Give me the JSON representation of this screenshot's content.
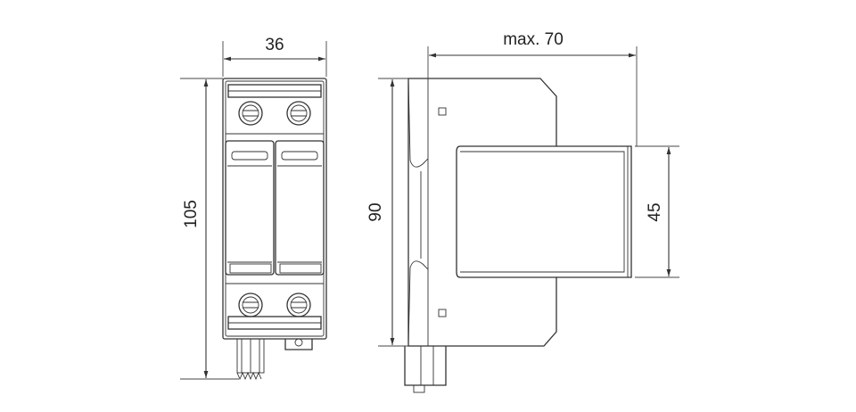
{
  "dimensions": {
    "front_width": "36",
    "front_height": "105",
    "side_depth": "max. 70",
    "side_height": "90",
    "front_protrusion_height": "45"
  }
}
